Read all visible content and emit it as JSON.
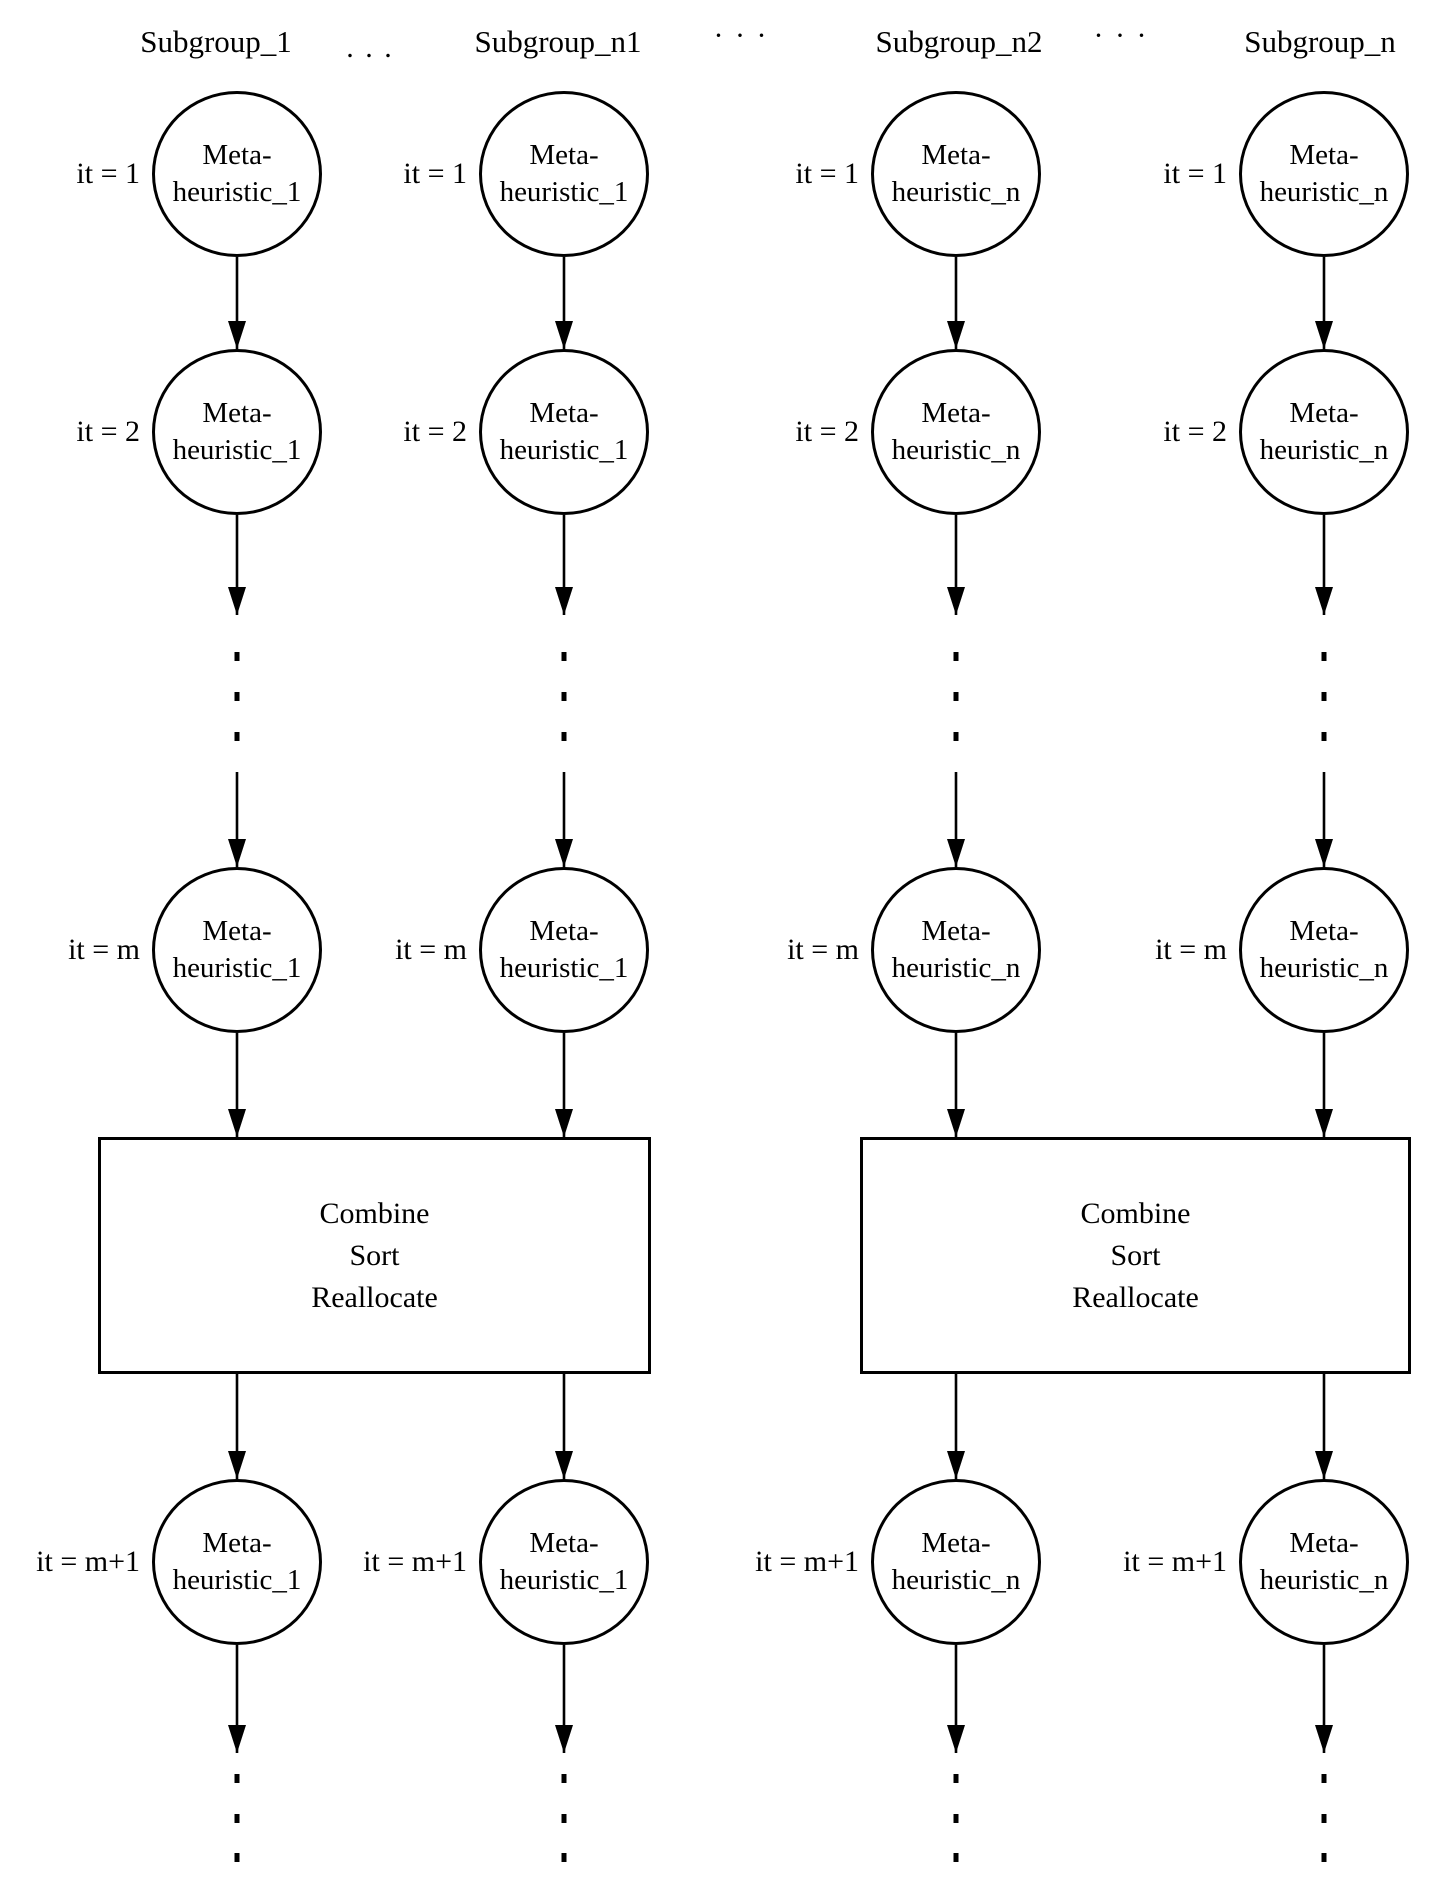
{
  "colors": {
    "ink": "#000000",
    "paper": "#ffffff"
  },
  "headers": {
    "subgroup_1": "Subgroup_1",
    "subgroup_n1": "Subgroup_n1",
    "subgroup_n2": "Subgroup_n2",
    "subgroup_n": "Subgroup_n",
    "sep1": ". . .",
    "sep2": "· · ·",
    "sep3": "· · ·"
  },
  "iterations": {
    "it1": "it = 1",
    "it2": "it = 2",
    "itm": "it = m",
    "itm_plus_1": "it = m+1"
  },
  "nodes": {
    "meta_line": "Meta-",
    "heuristic_1": "heuristic_1",
    "heuristic_n": "heuristic_n"
  },
  "combine_box": {
    "line1": "Combine",
    "line2": "Sort",
    "line3": "Reallocate"
  }
}
